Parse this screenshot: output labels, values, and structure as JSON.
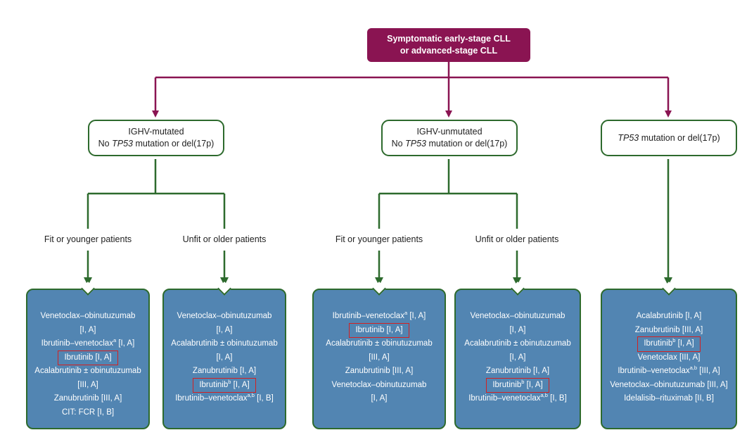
{
  "root": {
    "line1": "Symptomatic early-stage CLL",
    "line2": "or advanced-stage CLL"
  },
  "categories": [
    {
      "line1": "IGHV-mutated",
      "line2_prefix": "No ",
      "line2_italic": "TP53",
      "line2_suffix": " mutation or del(17p)"
    },
    {
      "line1": "IGHV-unmutated",
      "line2_prefix": "No ",
      "line2_italic": "TP53",
      "line2_suffix": " mutation or del(17p)"
    },
    {
      "line1": "",
      "line2_prefix": "",
      "line2_italic": "TP53",
      "line2_suffix": " mutation or del(17p)"
    }
  ],
  "subgroups": {
    "fit": "Fit or younger patients",
    "unfit": "Unfit or older patients"
  },
  "treatments": [
    {
      "lines": [
        {
          "text": "Venetoclax–obinutuzumab"
        },
        {
          "text": "[I, A]"
        },
        {
          "text": "Ibrutinib–venetoclax",
          "sup": "a",
          "after": " [I, A]"
        },
        {
          "text": "Ibrutinib [I, A]",
          "highlight": true
        },
        {
          "text": "Acalabrutinib ± obinutuzumab"
        },
        {
          "text": "[III, A]"
        },
        {
          "text": "Zanubrutinib [III, A]"
        },
        {
          "text": "CIT: FCR [I, B]"
        }
      ]
    },
    {
      "lines": [
        {
          "text": "Venetoclax–obinutuzumab"
        },
        {
          "text": "[I, A]"
        },
        {
          "text": "Acalabrutinib ± obinutuzumab"
        },
        {
          "text": "[I, A]"
        },
        {
          "text": "Zanubrutinib [I, A]"
        },
        {
          "text": "Ibrutinib",
          "sup": "b",
          "after": " [I, A]",
          "highlight": true
        },
        {
          "text": "Ibrutinib–venetoclax",
          "sup": "a,b",
          "after": " [I, B]"
        }
      ]
    },
    {
      "lines": [
        {
          "text": "Ibrutinib–venetoclax",
          "sup": "a",
          "after": " [I, A]"
        },
        {
          "text": "Ibrutinib [I, A]",
          "highlight": true
        },
        {
          "text": "Acalabrutinib ± obinutuzumab"
        },
        {
          "text": "[III, A]"
        },
        {
          "text": "Zanubrutinib [III, A]"
        },
        {
          "text": "Venetoclax–obinutuzumab"
        },
        {
          "text": "[I, A]"
        }
      ]
    },
    {
      "lines": [
        {
          "text": "Venetoclax–obinutuzumab"
        },
        {
          "text": "[I, A]"
        },
        {
          "text": "Acalabrutinib ± obinutuzumab"
        },
        {
          "text": "[I, A]"
        },
        {
          "text": "Zanubrutinib [I, A]"
        },
        {
          "text": "Ibrutinib",
          "sup": "b",
          "after": " [I, A]",
          "highlight": true
        },
        {
          "text": "Ibrutinib–venetoclax",
          "sup": "a,b",
          "after": " [I, B]"
        }
      ]
    },
    {
      "lines": [
        {
          "text": "Acalabrutinib [I, A]"
        },
        {
          "text": "Zanubrutinib [III, A]"
        },
        {
          "text": "Ibrutinib",
          "sup": "b",
          "after": " [I, A]",
          "highlight": true
        },
        {
          "text": "Venetoclax [III, A]"
        },
        {
          "text": "Ibrutinib–venetoclax",
          "sup": "a,b",
          "after": " [III, A]"
        },
        {
          "text": "Venetoclax–obinutuzumab [III, A]"
        },
        {
          "text": "Idelalisib–rituximab [II, B]"
        }
      ]
    }
  ],
  "colors": {
    "root_fill": "#8a1452",
    "root_connector": "#8a1452",
    "green_border": "#2d6a2d",
    "treatment_fill": "#5285b2",
    "highlight_box": "#d42020"
  }
}
